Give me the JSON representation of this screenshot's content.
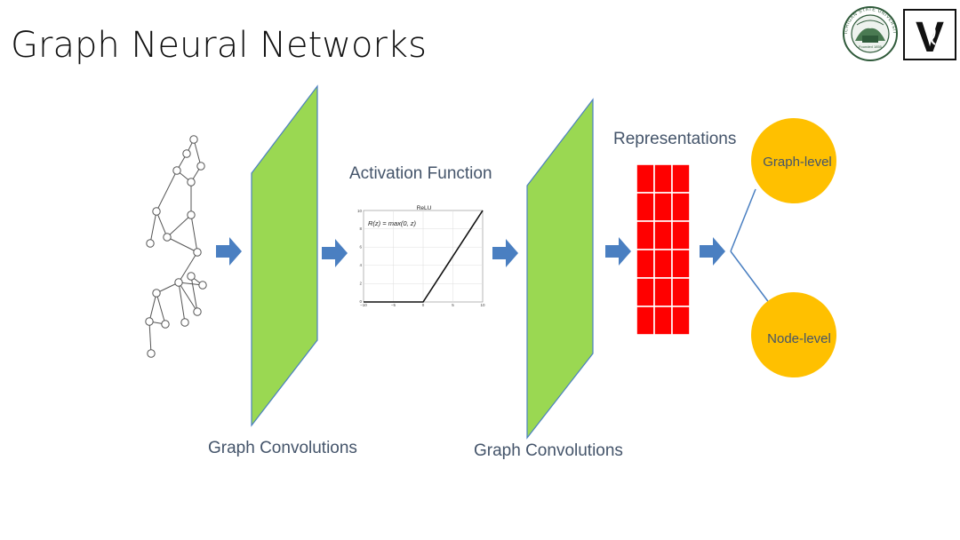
{
  "slide": {
    "title": "Graph Neural Networks"
  },
  "diagram": {
    "conv_label_1": "Graph Convolutions",
    "conv_label_2": "Graph Convolutions",
    "activation_label": "Activation Function",
    "representations_label": "Representations",
    "output_graph_level": "Graph-level",
    "output_node_level": "Node-level",
    "relu_plot": {
      "title": "ReLU",
      "formula": "R(z) = max(0, z)",
      "x_ticks": [
        "−10",
        "−5",
        "0",
        "5",
        "10"
      ],
      "y_ticks": [
        "0",
        "2",
        "4",
        "6",
        "8",
        "10"
      ]
    }
  },
  "logos": {
    "msu_seal": "MICHIGAN STATE UNIVERSITY",
    "msu_founded": "Founded 1855",
    "vanderbilt_mark": "V"
  },
  "colors": {
    "panel_green": "#9ad852",
    "panel_edge": "#4a7fc1",
    "arrow_blue": "#4a7fc1",
    "grid_red": "#ff0000",
    "circle_gold": "#ffc000",
    "label_gray_blue": "#44546a"
  }
}
